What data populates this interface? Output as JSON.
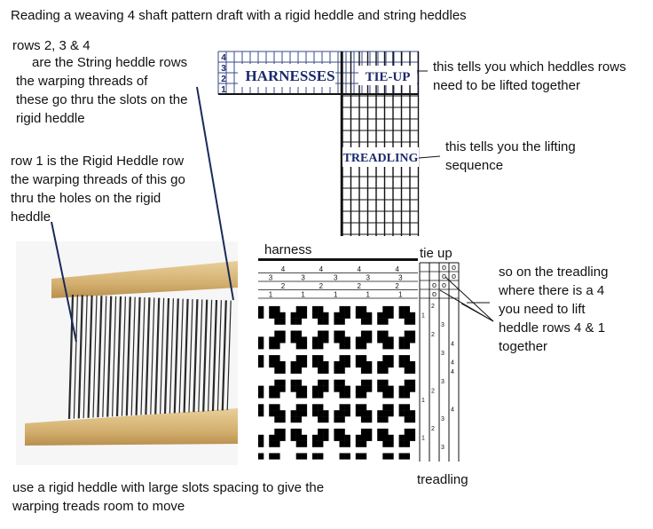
{
  "title": "Reading a weaving 4 shaft pattern draft with a rigid heddle and string heddles",
  "notes": {
    "string_rows": [
      "rows 2, 3 & 4",
      "are the String heddle rows",
      "the warping threads of",
      "these go thru the slots on the",
      "rigid heddle"
    ],
    "rigid_row": [
      "row 1 is the Rigid Heddle row",
      "the warping threads of this go",
      "thru the holes on the rigid",
      "heddle"
    ],
    "tieup_note": [
      "this tells you which heddles rows",
      "need to be lifted together"
    ],
    "treadling_note": [
      "this tells you the lifting",
      "sequence"
    ],
    "treadling_example": [
      "so on the treadling",
      "where there is a 4",
      "you need to lift",
      "heddle rows 4 & 1",
      "together"
    ],
    "bottom_note": [
      "use a rigid heddle with large slots spacing to give the",
      "warping treads room to move"
    ]
  },
  "schematic": {
    "harnesses_label": "HARNESSES",
    "tieup_label": "TIE-UP",
    "treadling_label": "TREADLING",
    "row_numbers": [
      "4",
      "3",
      "2",
      "1"
    ]
  },
  "draft": {
    "harness_label": "harness",
    "tieup_label": "tie up",
    "treadling_label": "treadling",
    "threading_rows": [
      {
        "shaft": "4",
        "marks": [
          "4",
          "4",
          "4",
          "4"
        ]
      },
      {
        "shaft": "3",
        "marks": [
          "3",
          "3",
          "3",
          "3",
          "3"
        ]
      },
      {
        "shaft": "2",
        "marks": [
          "2",
          "2",
          "2",
          "2"
        ]
      },
      {
        "shaft": "1",
        "marks": [
          "1",
          "1",
          "1",
          "1",
          "1"
        ]
      }
    ],
    "tieup_rows": [
      [
        "",
        "o",
        "o"
      ],
      [
        "",
        "o",
        "o"
      ],
      [
        "o",
        "o",
        ""
      ],
      [
        "o",
        "",
        ""
      ]
    ],
    "treadling_marks": [
      "2",
      "1",
      "3",
      "2",
      "4",
      "3",
      "4",
      "4",
      "3",
      "2",
      "1",
      "4",
      "3",
      "2",
      "1",
      "3"
    ]
  },
  "colors": {
    "ink": "#111111",
    "wood": "#d9b779",
    "wood_dark": "#b98f4e",
    "heddle_line": "#303030",
    "callout_line": "#1b2a5c"
  }
}
